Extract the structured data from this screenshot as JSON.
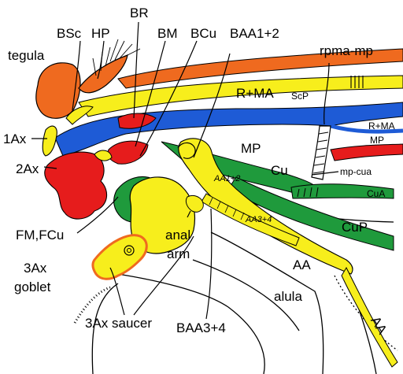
{
  "diagram": {
    "labels": {
      "tegula": "tegula",
      "bsc": "BSc",
      "hp": "HP",
      "br": "BR",
      "bm": "BM",
      "bcu": "BCu",
      "baa12": "BAA1+2",
      "rpma_mp": "rpma-mp",
      "r_ma_main": "R+MA",
      "scp": "ScP",
      "r_ma_side": "R+MA",
      "mp_side": "MP",
      "ax1": "1Ax",
      "ax2": "2Ax",
      "mp_mid": "MP",
      "cu": "Cu",
      "aa12": "AA1+2",
      "mp_cua": "mp-cua",
      "cua": "CuA",
      "aa34": "AA3+4",
      "cup": "CuP",
      "fm_fcu": "FM,FCu",
      "anal_arm_1": "anal",
      "anal_arm_2": "arm",
      "ax3_goblet_1": "3Ax",
      "ax3_goblet_2": "goblet",
      "aa_mid": "AA",
      "alula": "alula",
      "baa34": "BAA3+4",
      "ax3_saucer": "3Ax saucer",
      "aa_tip": "AA"
    },
    "colors": {
      "orange": "#ef6a1f",
      "yellow": "#f7ee1c",
      "blue": "#1e5bd6",
      "red": "#e61c1c",
      "green": "#1f9a3c",
      "outline": "#000000"
    }
  }
}
